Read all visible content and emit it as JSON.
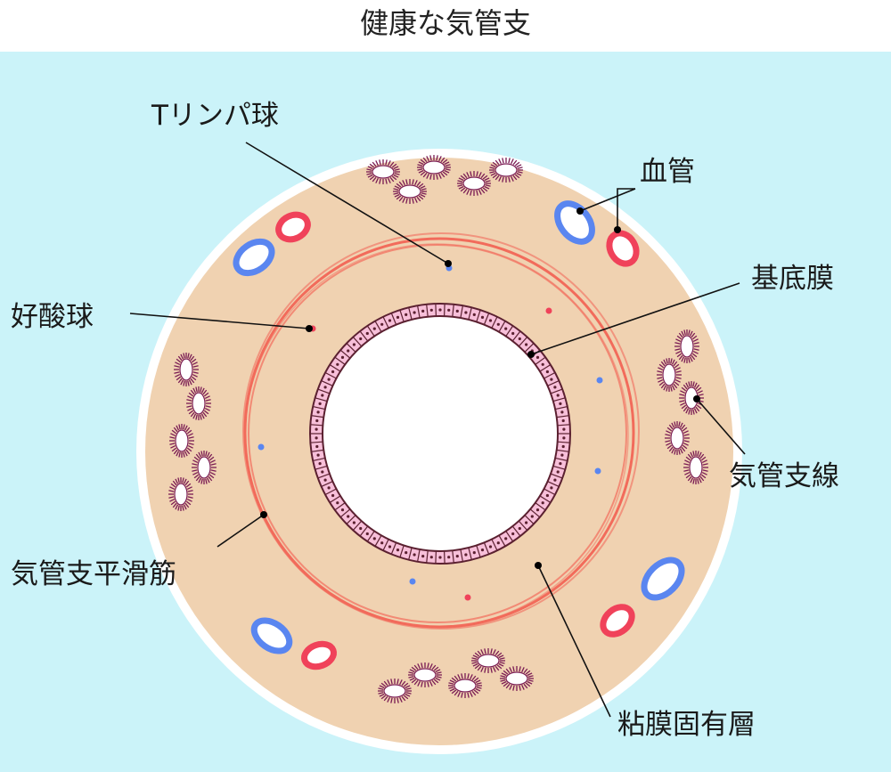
{
  "title": "健康な気管支",
  "labels": {
    "t_lymphocyte": "Tリンパ球",
    "blood_vessel": "血管",
    "basement_membrane": "基底膜",
    "eosinophil": "好酸球",
    "bronchial_gland": "気管支線",
    "bronchial_smooth_muscle": "気管支平滑筋",
    "lamina_propria": "粘膜固有層"
  },
  "colors": {
    "background": "#cbf3f9",
    "outer_band": "#ffffff",
    "tissue": "#f0d2b1",
    "smooth_muscle": "#f26b5b",
    "epithelium": "#f7bfd9",
    "epithelium_border": "#5b2030",
    "vein": "#5a86f0",
    "artery": "#f0425a",
    "gland": "#7a1c54",
    "lumen": "#ffffff"
  }
}
